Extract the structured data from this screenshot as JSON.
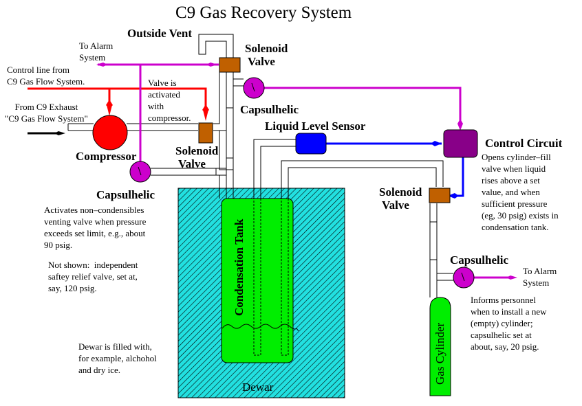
{
  "title": "C9 Gas Recovery System",
  "colors": {
    "pipe": "#000000",
    "pipe_fill": "#ffffff",
    "alarm_line": "#cc00cc",
    "control_line": "#ff0000",
    "sensor_line": "#0000ff",
    "valve": "#c06000",
    "capsulhelic": "#cc00cc",
    "compressor": "#ff0000",
    "sensor": "#0000ff",
    "control_circuit": "#880088",
    "tank": "#00ee00",
    "dewar": "#22e0e0",
    "cylinder": "#00ee00"
  },
  "labels": {
    "outside_vent": "Outside Vent",
    "to_alarm_system_top": "To Alarm\nSystem",
    "solenoid_valve_top": "Solenoid\n Valve",
    "control_line_from": "Control line from\nC9 Gas Flow System.",
    "valve_activated_note": "Valve is\nactivated\nwith\ncompressor.",
    "capsulhelic_top": "Capsulhelic",
    "from_exhaust": "From C9 Exhaust\n\"C9 Gas Flow System\"",
    "liquid_level_sensor": "Liquid Level Sensor",
    "control_circuit": "Control Circuit",
    "control_circuit_note": "Opens cylinder–fill\nvalve when liquid\nrises above a set\nvalue, and when\nsufficient pressure\n(eg, 30 psig) exists in\ncondensation tank.",
    "compressor": "Compressor",
    "solenoid_valve_mid": "Solenoid\n Valve",
    "capsulhelic_left": "Capsulhelic",
    "capsulhelic_left_note": "Activates non–condensibles\nventing valve when pressure\nexceeds set limit, e.g., about\n90 psig.",
    "not_shown_note": "Not shown:  independent\nsaftey relief valve, set at,\nsay, 120 psig.",
    "dewar_note": "Dewar is filled with,\nfor example, alchohol\nand dry ice.",
    "condensation_tank": "Condensation Tank",
    "dewar": "Dewar",
    "solenoid_valve_right": "Solenoid\n Valve",
    "capsulhelic_right": "Capsulhelic",
    "to_alarm_system_right": "To Alarm\nSystem",
    "capsulhelic_right_note": "Informs personnel\nwhen to install a new\n(empty) cylinder;\ncapsulhelic set at\nabout, say, 20 psig.",
    "gas_cylinder": "Gas Cylinder"
  }
}
